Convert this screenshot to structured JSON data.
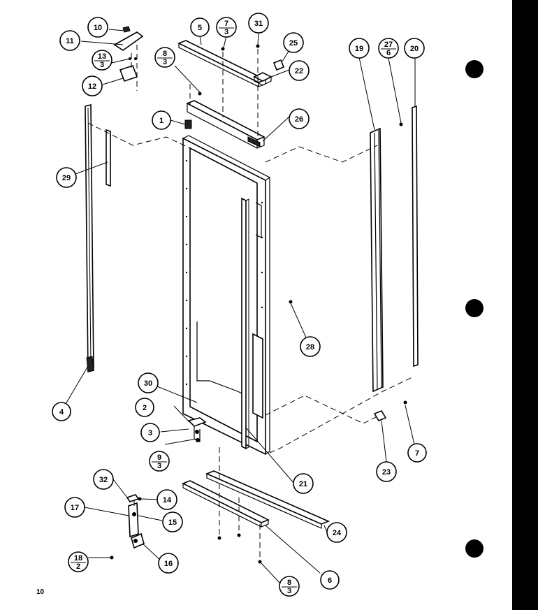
{
  "page_number": "10",
  "callouts": [
    {
      "id": "c1",
      "top": "1"
    },
    {
      "id": "c2",
      "top": "2"
    },
    {
      "id": "c3",
      "top": "3"
    },
    {
      "id": "c4",
      "top": "4"
    },
    {
      "id": "c5",
      "top": "5"
    },
    {
      "id": "c6",
      "top": "6"
    },
    {
      "id": "c7",
      "top": "7"
    },
    {
      "id": "c10",
      "top": "10"
    },
    {
      "id": "c11",
      "top": "11"
    },
    {
      "id": "c12",
      "top": "12"
    },
    {
      "id": "c14",
      "top": "14"
    },
    {
      "id": "c15",
      "top": "15"
    },
    {
      "id": "c16",
      "top": "16"
    },
    {
      "id": "c17",
      "top": "17"
    },
    {
      "id": "c19",
      "top": "19"
    },
    {
      "id": "c20",
      "top": "20"
    },
    {
      "id": "c21",
      "top": "21"
    },
    {
      "id": "c22",
      "top": "22"
    },
    {
      "id": "c23",
      "top": "23"
    },
    {
      "id": "c24",
      "top": "24"
    },
    {
      "id": "c25",
      "top": "25"
    },
    {
      "id": "c26",
      "top": "26"
    },
    {
      "id": "c28",
      "top": "28"
    },
    {
      "id": "c29",
      "top": "29"
    },
    {
      "id": "c30",
      "top": "30"
    },
    {
      "id": "c31",
      "top": "31"
    },
    {
      "id": "c32",
      "top": "32"
    },
    {
      "id": "c7_3",
      "top": "7",
      "bottom": "3"
    },
    {
      "id": "c8_3a",
      "top": "8",
      "bottom": "3"
    },
    {
      "id": "c13_3",
      "top": "13",
      "bottom": "3"
    },
    {
      "id": "c27_6",
      "top": "27",
      "bottom": "6"
    },
    {
      "id": "c9_3",
      "top": "9",
      "bottom": "3"
    },
    {
      "id": "c18_2",
      "top": "18",
      "bottom": "2"
    },
    {
      "id": "c8_3b",
      "top": "8",
      "bottom": "3"
    }
  ]
}
